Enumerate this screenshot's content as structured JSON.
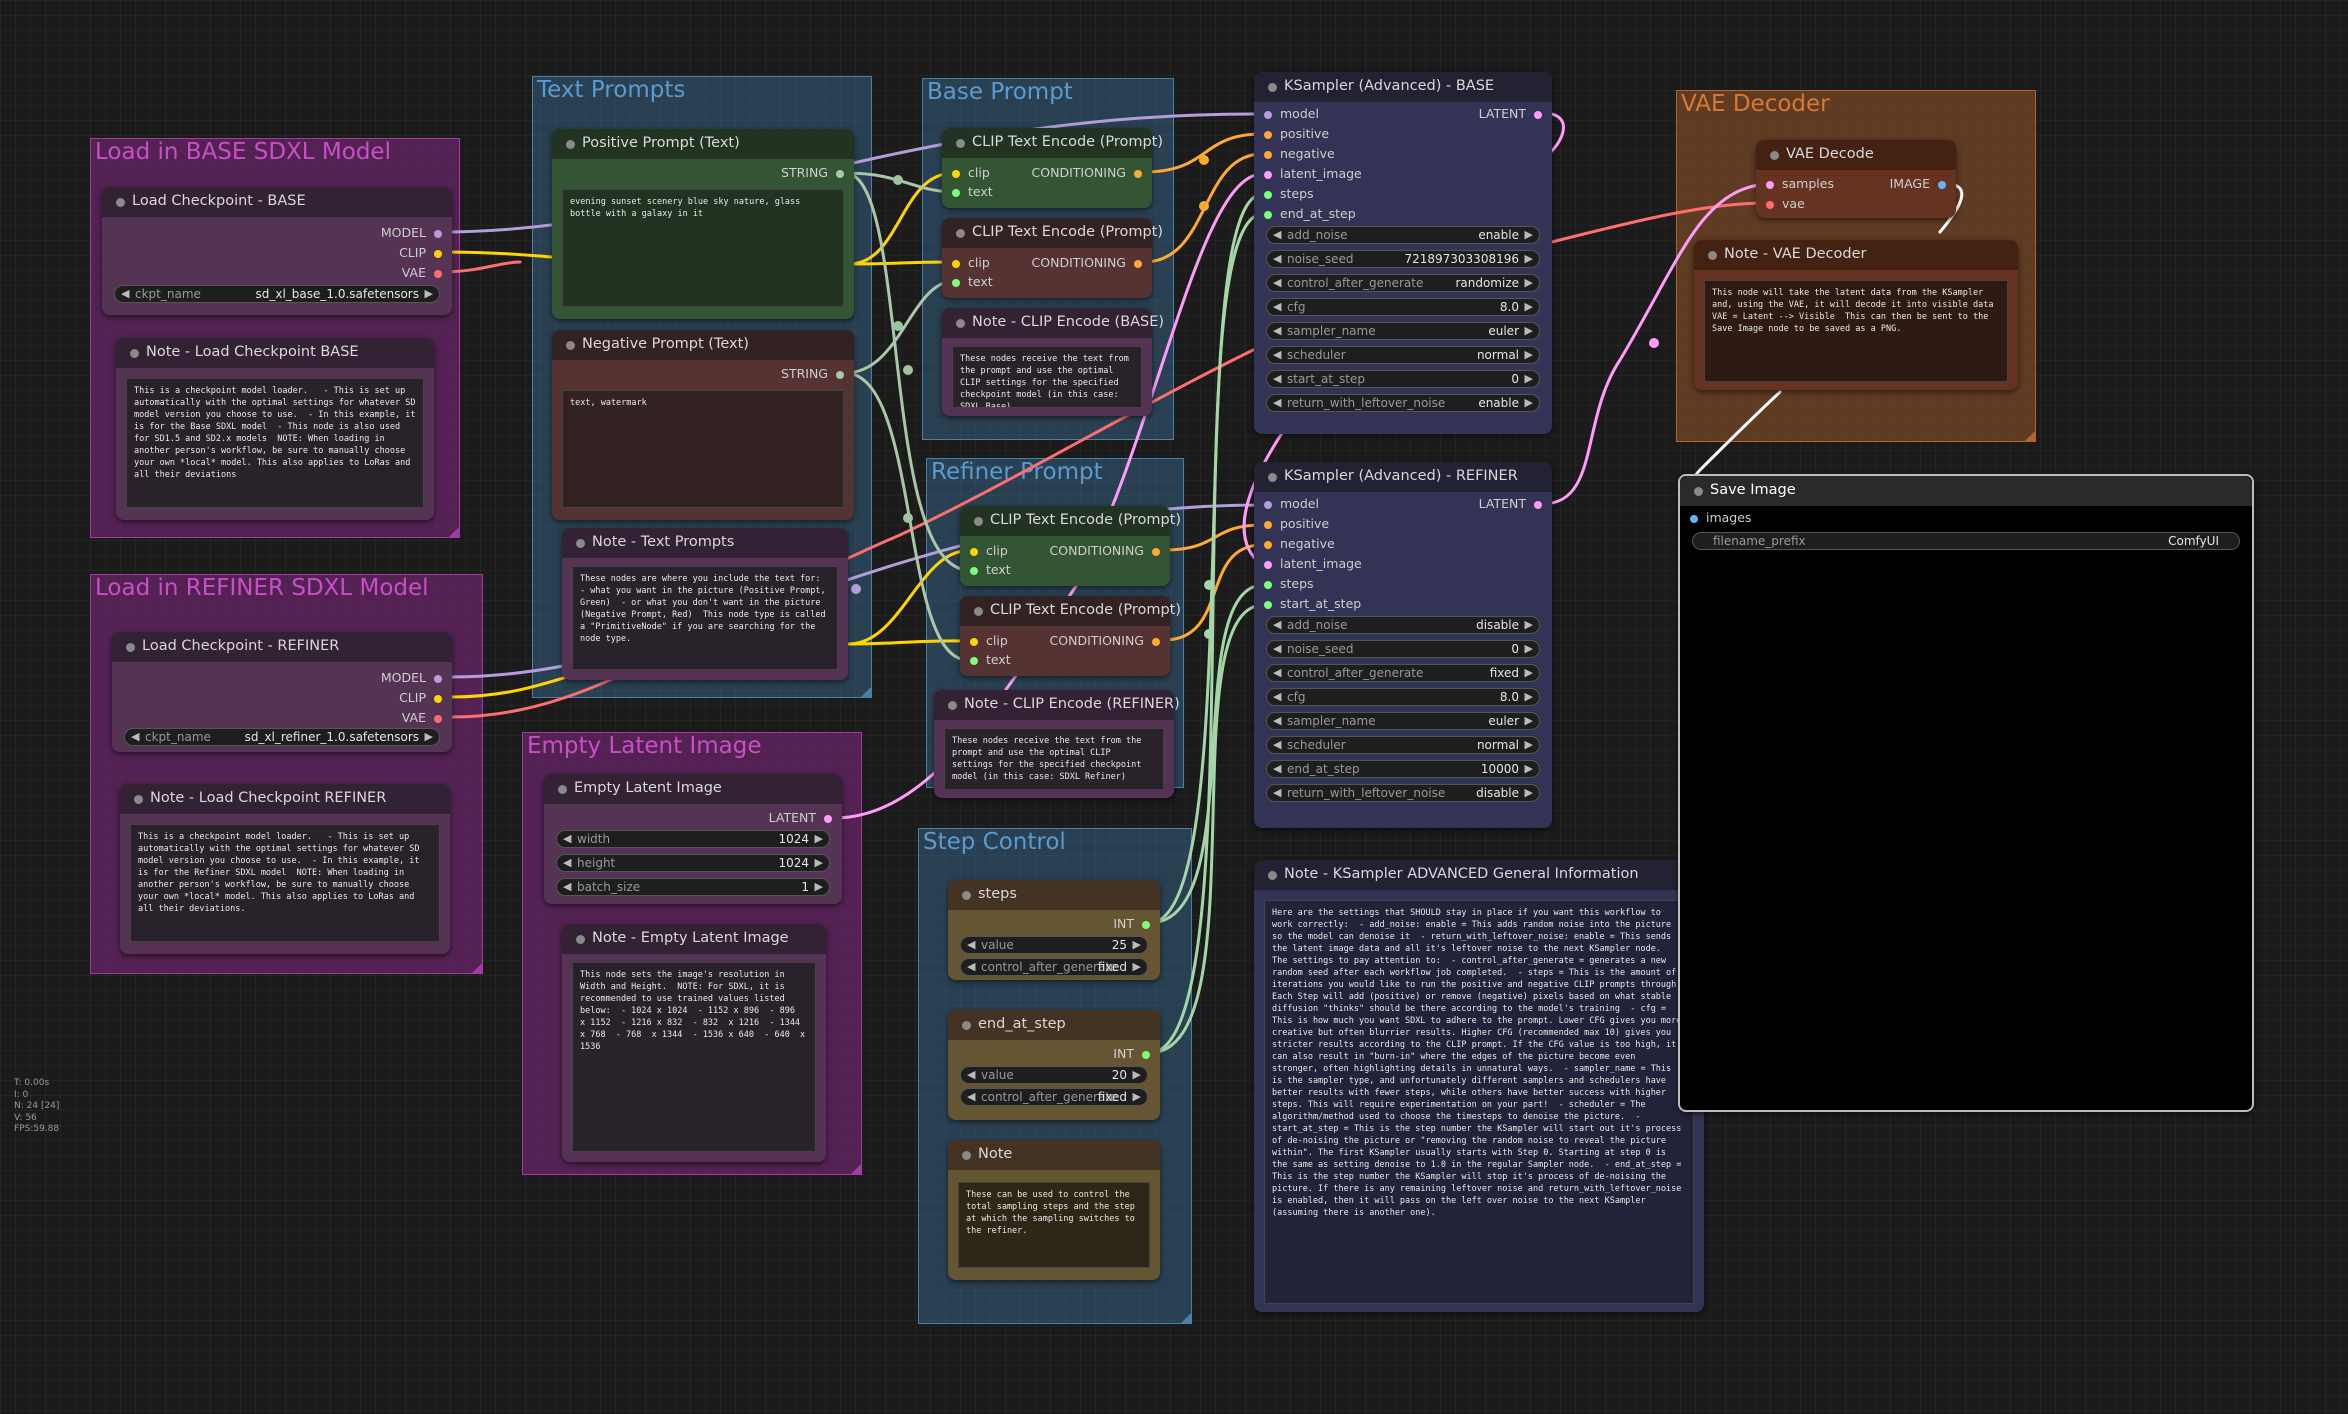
{
  "canvas": {
    "background": "#1b1b1b"
  },
  "stats": {
    "t": "T: 0.00s",
    "i": "I: 0",
    "n": "N: 24 [24]",
    "v": "V: 56",
    "fps": "FPS:59.88"
  },
  "groups": {
    "base_model": "Load in BASE SDXL Model",
    "refiner_model": "Load in REFINER SDXL Model",
    "text_prompts": "Text Prompts",
    "base_prompt": "Base Prompt",
    "refiner_prompt": "Refiner Prompt",
    "empty_latent": "Empty Latent Image",
    "step_control": "Step Control",
    "vae_decoder": "VAE Decoder"
  },
  "nodes": {
    "ckpt_base": {
      "title": "Load Checkpoint - BASE",
      "outputs": [
        "MODEL",
        "CLIP",
        "VAE"
      ],
      "widget_label": "ckpt_name",
      "widget_value": "sd_xl_base_1.0.safetensors"
    },
    "note_ckpt_base": {
      "title": "Note - Load Checkpoint BASE",
      "text": "This is a checkpoint model loader.   - This is set up automatically with the optimal settings for whatever SD model version you choose to use.  - In this example, it is for the Base SDXL model  - This node is also used for SD1.5 and SD2.x models  NOTE: When loading in another person's workflow, be sure to manually choose your own *local* model. This also applies to LoRas and all their deviations"
    },
    "ckpt_refiner": {
      "title": "Load Checkpoint - REFINER",
      "outputs": [
        "MODEL",
        "CLIP",
        "VAE"
      ],
      "widget_label": "ckpt_name",
      "widget_value": "sd_xl_refiner_1.0.safetensors"
    },
    "note_ckpt_refiner": {
      "title": "Note - Load Checkpoint REFINER",
      "text": "This is a checkpoint model loader.   - This is set up automatically with the optimal settings for whatever SD model version you choose to use.  - In this example, it is for the Refiner SDXL model  NOTE: When loading in another person's workflow, be sure to manually choose your own *local* model. This also applies to LoRas and all their deviations."
    },
    "positive_prompt": {
      "title": "Positive Prompt (Text)",
      "output": "STRING",
      "text": "evening sunset scenery blue sky nature, glass bottle with a galaxy in it"
    },
    "negative_prompt": {
      "title": "Negative Prompt (Text)",
      "output": "STRING",
      "text": "text, watermark"
    },
    "note_text_prompts": {
      "title": "Note - Text Prompts",
      "text": "These nodes are where you include the text for:  - what you want in the picture (Positive Prompt, Green)  - or what you don't want in the picture (Negative Prompt, Red)  This node type is called a \"PrimitiveNode\" if you are searching for the node type."
    },
    "clip_base_pos": {
      "title": "CLIP Text Encode (Prompt)",
      "inputs": [
        "clip",
        "text"
      ],
      "output": "CONDITIONING"
    },
    "clip_base_neg": {
      "title": "CLIP Text Encode (Prompt)",
      "inputs": [
        "clip",
        "text"
      ],
      "output": "CONDITIONING"
    },
    "note_clip_base": {
      "title": "Note - CLIP Encode (BASE)",
      "text": "These nodes receive the text from the prompt and use the optimal CLIP settings for the specified checkpoint model (in this case: SDXL Base)"
    },
    "clip_ref_pos": {
      "title": "CLIP Text Encode (Prompt)",
      "inputs": [
        "clip",
        "text"
      ],
      "output": "CONDITIONING"
    },
    "clip_ref_neg": {
      "title": "CLIP Text Encode (Prompt)",
      "inputs": [
        "clip",
        "text"
      ],
      "output": "CONDITIONING"
    },
    "note_clip_refiner": {
      "title": "Note - CLIP Encode (REFINER)",
      "text": "These nodes receive the text from the prompt and use the optimal CLIP settings for the specified checkpoint model (in this case: SDXL Refiner)"
    },
    "empty_latent": {
      "title": "Empty Latent Image",
      "output": "LATENT",
      "widgets": [
        {
          "label": "width",
          "value": "1024"
        },
        {
          "label": "height",
          "value": "1024"
        },
        {
          "label": "batch_size",
          "value": "1"
        }
      ]
    },
    "note_empty_latent": {
      "title": "Note - Empty Latent Image",
      "text": "This node sets the image's resolution in Width and Height.  NOTE: For SDXL, it is recommended to use trained values listed below:  - 1024 x 1024  - 1152 x 896  - 896  x 1152  - 1216 x 832  - 832  x 1216  - 1344 x 768  - 768  x 1344  - 1536 x 640  - 640  x 1536"
    },
    "steps": {
      "title": "steps",
      "output": "INT",
      "widgets": [
        {
          "label": "value",
          "value": "25"
        },
        {
          "label": "control_after_generate",
          "value": "fixed"
        }
      ]
    },
    "end_at_step": {
      "title": "end_at_step",
      "output": "INT",
      "widgets": [
        {
          "label": "value",
          "value": "20"
        },
        {
          "label": "control_after_generate",
          "value": "fixed"
        }
      ]
    },
    "note_steps": {
      "title": "Note",
      "text": "These can be used to control the total sampling steps and the step at which the sampling switches to the refiner."
    },
    "ksampler_base": {
      "title": "KSampler (Advanced) - BASE",
      "inputs": [
        "model",
        "positive",
        "negative",
        "latent_image",
        "steps",
        "end_at_step"
      ],
      "output": "LATENT",
      "widgets": [
        {
          "label": "add_noise",
          "value": "enable"
        },
        {
          "label": "noise_seed",
          "value": "721897303308196"
        },
        {
          "label": "control_after_generate",
          "value": "randomize"
        },
        {
          "label": "cfg",
          "value": "8.0"
        },
        {
          "label": "sampler_name",
          "value": "euler"
        },
        {
          "label": "scheduler",
          "value": "normal"
        },
        {
          "label": "start_at_step",
          "value": "0"
        },
        {
          "label": "return_with_leftover_noise",
          "value": "enable"
        }
      ]
    },
    "ksampler_refiner": {
      "title": "KSampler (Advanced) - REFINER",
      "inputs": [
        "model",
        "positive",
        "negative",
        "latent_image",
        "steps",
        "start_at_step"
      ],
      "output": "LATENT",
      "widgets": [
        {
          "label": "add_noise",
          "value": "disable"
        },
        {
          "label": "noise_seed",
          "value": "0"
        },
        {
          "label": "control_after_generate",
          "value": "fixed"
        },
        {
          "label": "cfg",
          "value": "8.0"
        },
        {
          "label": "sampler_name",
          "value": "euler"
        },
        {
          "label": "scheduler",
          "value": "normal"
        },
        {
          "label": "end_at_step",
          "value": "10000"
        },
        {
          "label": "return_with_leftover_noise",
          "value": "disable"
        }
      ]
    },
    "note_ksampler": {
      "title": "Note - KSampler  ADVANCED General Information",
      "text": "Here are the settings that SHOULD stay in place if you want this workflow to work correctly:  - add_noise: enable = This adds random noise into the picture so the model can denoise it  - return_with_leftover_noise: enable = This sends the latent image data and all it's leftover noise to the next KSampler node.  The settings to pay attention to:  - control_after_generate = generates a new random seed after each workflow job completed.  - steps = This is the amount of iterations you would like to run the positive and negative CLIP prompts through. Each Step will add (positive) or remove (negative) pixels based on what stable diffusion \"thinks\" should be there according to the model's training  - cfg = This is how much you want SDXL to adhere to the prompt. Lower CFG gives you more creative but often blurrier results. Higher CFG (recommended max 10) gives you stricter results according to the CLIP prompt. If the CFG value is too high, it can also result in \"burn-in\" where the edges of the picture become even stronger, often highlighting details in unnatural ways.  - sampler_name = This is the sampler type, and unfortunately different samplers and schedulers have better results with fewer steps, while others have better success with higher steps. This will require experimentation on your part!  - scheduler = The algorithm/method used to choose the timesteps to denoise the picture.  - start_at_step = This is the step number the KSampler will start out it's process of de-noising the picture or \"removing the random noise to reveal the picture within\". The first KSampler usually starts with Step 0. Starting at step 0 is the same as setting denoise to 1.0 in the regular Sampler node.  - end_at_step = This is the step number the KSampler will stop it's process of de-noising the picture. If there is any remaining leftover noise and return_with_leftover_noise is enabled, then it will pass on the left over noise to the next KSampler (assuming there is another one)."
    },
    "vae_decode": {
      "title": "VAE Decode",
      "inputs": [
        "samples",
        "vae"
      ],
      "output": "IMAGE"
    },
    "note_vae": {
      "title": "Note - VAE Decoder",
      "text": "This node will take the latent data from the KSampler and, using the VAE, it will decode it into visible data  VAE = Latent --> Visible  This can then be sent to the Save Image node to be saved as a PNG."
    },
    "save_image": {
      "title": "Save Image",
      "input": "images",
      "widget_label": "filename_prefix",
      "widget_value": "ComfyUI"
    }
  },
  "colors": {
    "model": "#b39ddb",
    "clip": "#ffd500",
    "vae": "#ff6e6e",
    "conditioning": "#ffa931",
    "latent": "#ff9cf9",
    "image": "#64b5f6",
    "int": "#7cff7c",
    "string": "#aac7aa"
  }
}
